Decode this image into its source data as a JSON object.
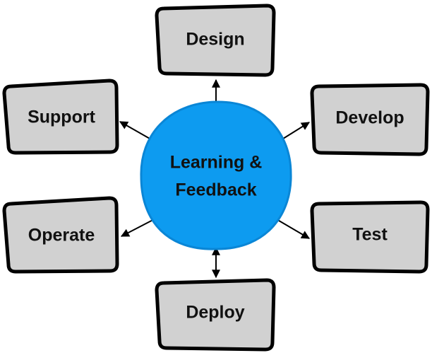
{
  "center": {
    "line1": "Learning &",
    "line2": "Feedback"
  },
  "nodes": {
    "design": "Design",
    "develop": "Develop",
    "test": "Test",
    "deploy": "Deploy",
    "operate": "Operate",
    "support": "Support"
  },
  "colors": {
    "center_fill": "#0d9bf0",
    "center_stroke": "#0a86d6",
    "box_fill": "#d1d1d1"
  }
}
